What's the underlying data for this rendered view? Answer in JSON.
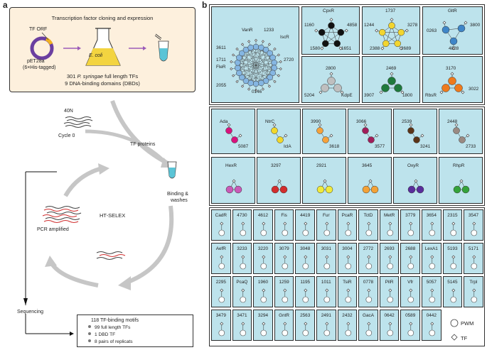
{
  "panel_a": {
    "label": "a",
    "cloning_title": "Transcription factor cloning and expression",
    "tf_orf": "TF ORF",
    "plasmid": "pET28a",
    "plasmid_tag": "(6×His-tagged)",
    "host": "E. coli",
    "summary_line1_num": "301",
    "summary_line1_species": "P. syringae",
    "summary_line1_rest": "full length TFs",
    "summary_line2": "9 DNA-binding domains (DBDs)",
    "tf_proteins": "TF proteins",
    "n40": "40N",
    "cycle0": "Cycle 0",
    "binding": "Binding &",
    "washes": "washes",
    "pcr": "PCR amplified",
    "htselex": "HT-SELEX",
    "sequencing": "Sequencing",
    "result_title": "118 TF-binding motifs",
    "result_items": [
      "99 full length TFs",
      "1 DBD TF",
      "8 pairs of replicats"
    ]
  },
  "panel_b": {
    "label": "b",
    "big_cluster": {
      "top_labels": [
        "VanR",
        "1233",
        "IscR"
      ],
      "left_labels": [
        "3611",
        "1711",
        "FleR",
        "2055"
      ],
      "right_labels": [
        "2720"
      ],
      "bottom_labels": [
        "0146"
      ]
    },
    "cpxr": {
      "name": "CpxR",
      "labels": [
        "1160",
        "4858",
        "1580",
        "1651"
      ],
      "color": "#111111"
    },
    "n1737": {
      "name": "1737",
      "labels": [
        "1244",
        "3278",
        "2388",
        "2689"
      ],
      "color": "#f2d530"
    },
    "gltr": {
      "name": "GltR",
      "labels": [
        "0263",
        "3800",
        "4828"
      ],
      "color": "#3f86c8"
    },
    "kdpe": {
      "name": "2800",
      "labels": [
        "5204",
        "KdpE"
      ],
      "color": "#bfbfbf"
    },
    "n2469": {
      "name": "2469",
      "labels": [
        "3907",
        "1800"
      ],
      "color": "#1e7a3c"
    },
    "rbsr": {
      "name": "3170",
      "labels": [
        "RbsR",
        "3022"
      ],
      "color": "#ee7a1c"
    },
    "row2": [
      {
        "top": "Ada",
        "bottom": "5087",
        "color": "#d8127d"
      },
      {
        "top": "NtrC",
        "bottom": "IclA",
        "color": "#f1d72a"
      },
      {
        "top": "3990",
        "bottom": "3618",
        "color": "#f6a23a"
      },
      {
        "top": "3066",
        "bottom": "3577",
        "color": "#a01e5a"
      },
      {
        "top": "2539",
        "bottom": "3241",
        "color": "#5b3417"
      },
      {
        "top": "2448",
        "bottom": "2733",
        "color": "#9a8a82"
      }
    ],
    "row3": [
      {
        "name": "HexR",
        "color": "#c95ab8"
      },
      {
        "name": "3297",
        "color": "#d32c2c"
      },
      {
        "name": "2921",
        "color": "#f0ea3c"
      },
      {
        "name": "3645",
        "color": "#f4a236"
      },
      {
        "name": "OxyR",
        "color": "#5a2d9c"
      },
      {
        "name": "RhpR",
        "color": "#34a33a"
      }
    ],
    "singles": [
      [
        "CadR",
        "4730",
        "4612",
        "Fis",
        "4419",
        "Fur",
        "PcaR",
        "TctD",
        "MetR",
        "3779",
        "3654",
        "2315",
        "3547"
      ],
      [
        "AefR",
        "3233",
        "3220",
        "3079",
        "3048",
        "3031",
        "3004",
        "2772",
        "2693",
        "2688",
        "LexA1",
        "5193",
        "5171"
      ],
      [
        "2295",
        "PcaQ",
        "1960",
        "1259",
        "1195",
        "1011",
        "TsiR",
        "0778",
        "PilR",
        "Vfr",
        "5057",
        "5145",
        "TrpI"
      ],
      [
        "3479",
        "3471",
        "3294",
        "GntR",
        "2563",
        "2491",
        "2432",
        "GacA",
        "0642",
        "0589",
        "0442"
      ]
    ],
    "legend": {
      "pwm": "PWM",
      "tf": "TF"
    }
  }
}
